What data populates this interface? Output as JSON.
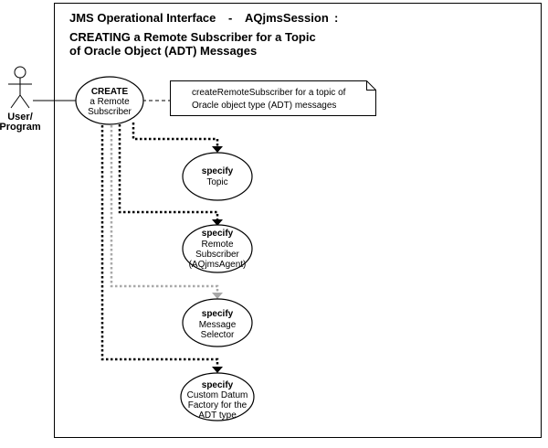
{
  "title": {
    "line1_left": "JMS Operational Interface",
    "line1_sep": "-",
    "line1_right": "AQjmsSession",
    "line1_colon": ":",
    "line2": "CREATING a Remote Subscriber for a Topic",
    "line3": "of Oracle Object (ADT) Messages"
  },
  "actor": {
    "line1": "User/",
    "line2": "Program"
  },
  "main_usecase": {
    "line1": "CREATE",
    "line2": "a Remote",
    "line3": "Subscriber"
  },
  "note": {
    "line1": "createRemoteSubscriber for a topic of",
    "line2": "Oracle object type (ADT) messages"
  },
  "usecases": [
    {
      "lines": [
        "specify",
        "Topic"
      ]
    },
    {
      "lines": [
        "specify",
        "Remote",
        "Subscriber",
        "(AQjmsAgent)"
      ]
    },
    {
      "lines": [
        "specify",
        "Message",
        "Selector"
      ]
    },
    {
      "lines": [
        "specify",
        "Custom Datum",
        "Factory for the",
        "ADT type"
      ]
    }
  ],
  "colors": {
    "required_path": "#000000",
    "optional_path": "#a8a8a8"
  }
}
